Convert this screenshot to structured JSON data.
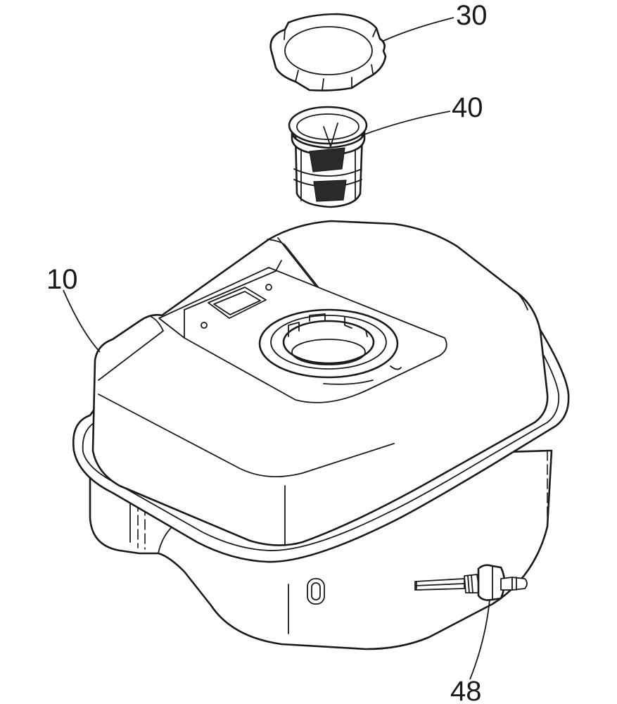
{
  "callouts": {
    "cap": "30",
    "strainer": "40",
    "tank": "10",
    "drain": "48"
  }
}
